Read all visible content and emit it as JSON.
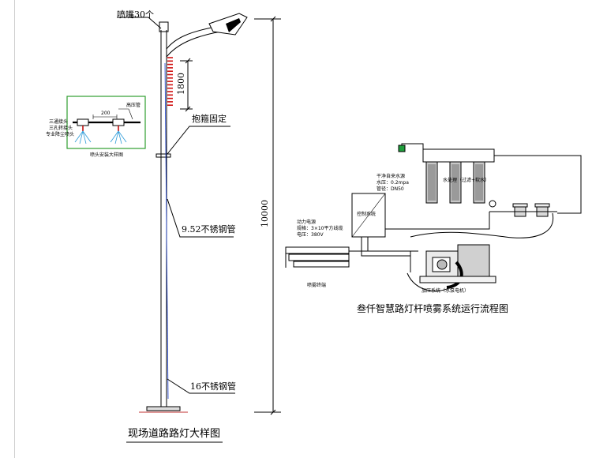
{
  "pole_drawing": {
    "caption": "现场道路路灯大样图",
    "nozzle_count": "喷嘴30个",
    "spacing_dim": "1800",
    "height_dim": "10000",
    "hoop_fix": "抱箍固定",
    "pipe_upper": "9.52不锈钢管",
    "pipe_lower": "16不锈钢管",
    "detail": {
      "caption": "喷头安装大样图",
      "dim": "200",
      "high_pressure_pipe": "高压管",
      "tee_connector": "三通接头",
      "three_hole_connector": "三孔转接头",
      "spray_nozzle": "专业降尘喷头"
    }
  },
  "flow_diagram": {
    "title": "叁仟智慧路灯杆喷雾系统运行流程图",
    "water_source": [
      "干净自来水源",
      "水压：0.2mpa",
      "管径：DN50"
    ],
    "water_treatment": "水处理（过滤+软水）",
    "control_system": "控制系统",
    "power": [
      "动力电源",
      "规格：3×10平方线缆",
      "电压：380V"
    ],
    "spray_terminal": "喷雾终端",
    "pressure_system": "加压系统（水泵电机）"
  }
}
